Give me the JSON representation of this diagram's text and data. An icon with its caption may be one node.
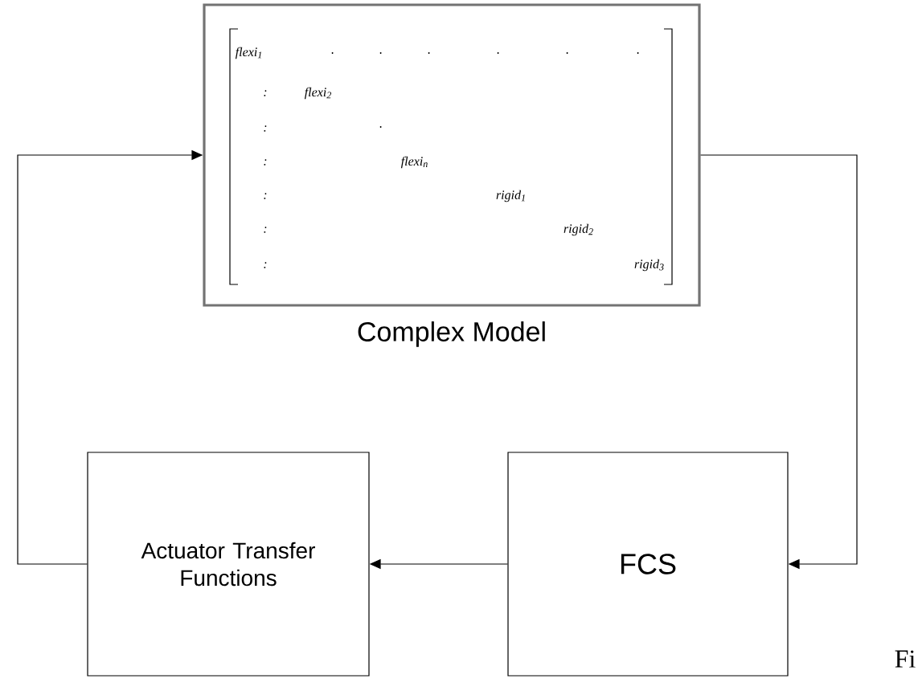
{
  "diagram": {
    "nodes": [
      {
        "text": [
          "Complex Model"
        ]
      },
      {
        "text": [
          "Actuator Transfer Functions"
        ]
      },
      {
        "text": [
          "FCS"
        ]
      }
    ],
    "edges": [
      {
        "from": 2,
        "to": 1,
        "arrow": "to"
      },
      {
        "from": 1,
        "to": 0,
        "arrow": "to"
      },
      {
        "from": 0,
        "to": 2,
        "arrow": "to"
      }
    ],
    "labels": [
      "flexi$_{1}$",
      ".",
      ".",
      ".",
      ".",
      ".",
      ".",
      ":",
      "flexi$_{2}$",
      ":",
      ".",
      ":",
      "flexi$_{n}$",
      ":",
      "rigid$_{1}$",
      ":",
      "rigid$_{2}$",
      ":",
      "rigid$_{3}$",
      "Fi"
    ]
  }
}
